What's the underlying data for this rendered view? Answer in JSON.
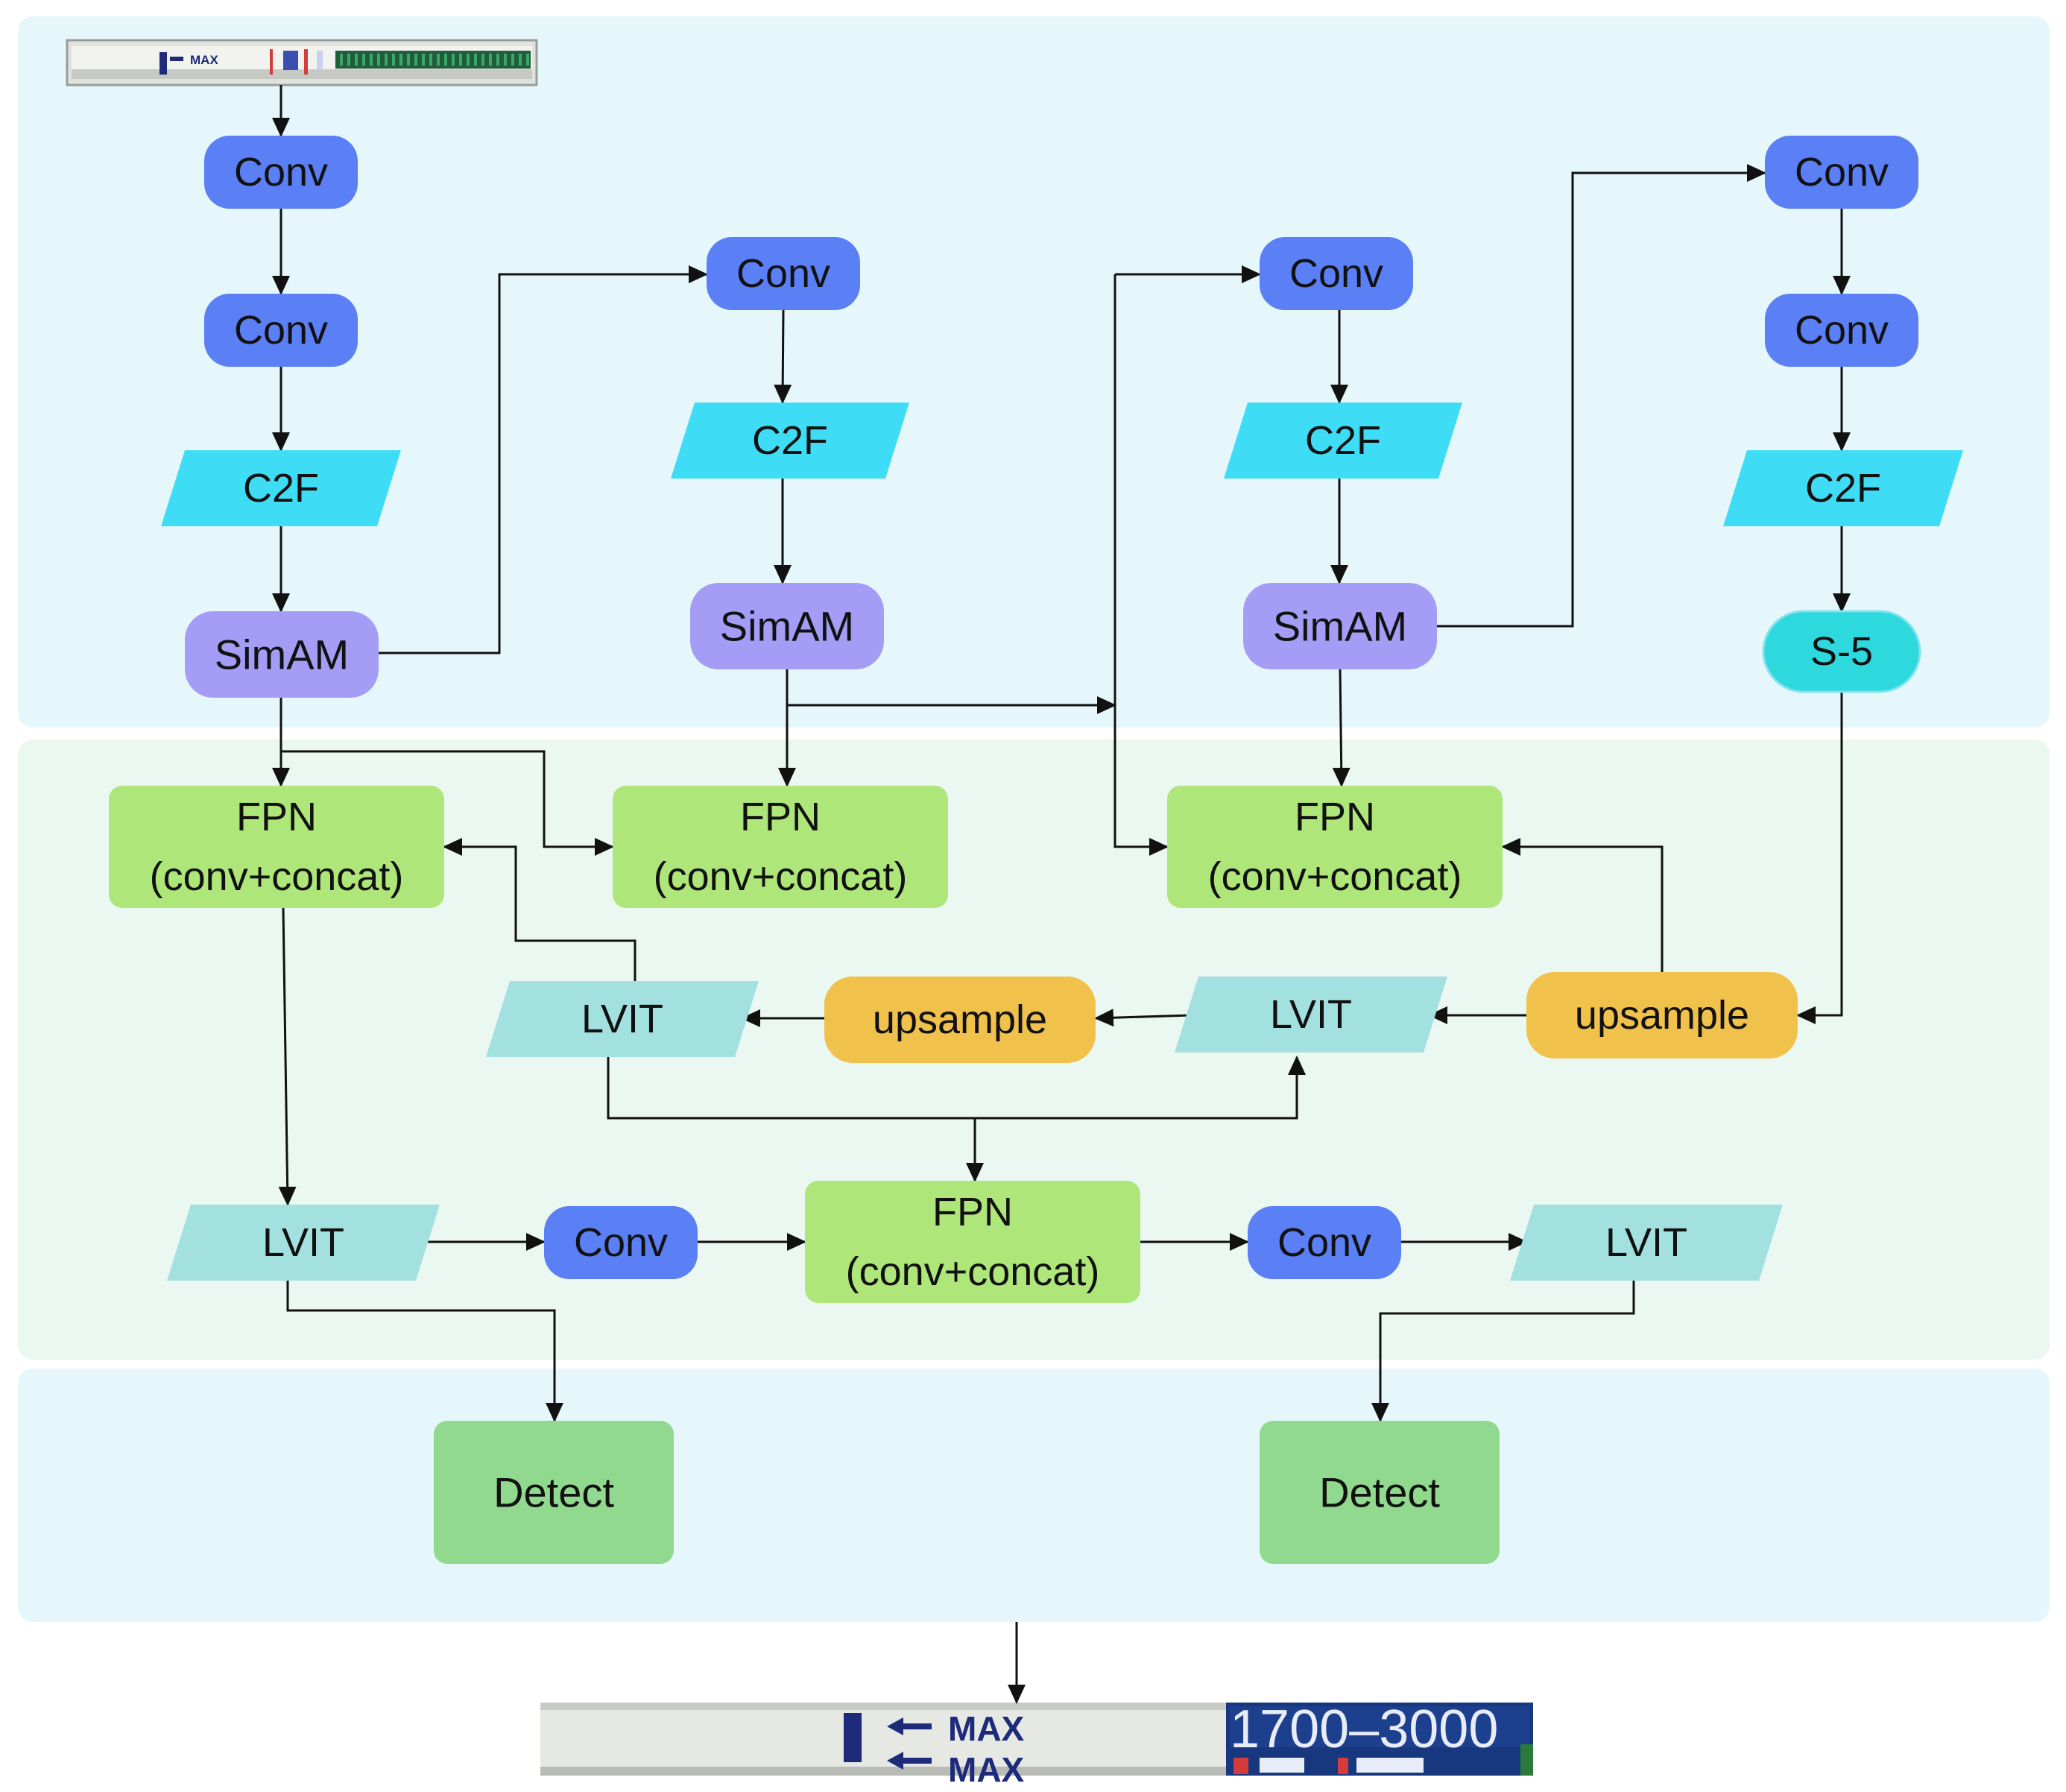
{
  "regions": [
    {
      "id": "backbone",
      "fill": "#e6f7fb"
    },
    {
      "id": "neck",
      "fill": "#eaf8f1"
    },
    {
      "id": "head",
      "fill": "#e6f7fb"
    }
  ],
  "colors": {
    "conv": "#5b7ff5",
    "c2f": "#3fdcf5",
    "simam": "#a59cf5",
    "s5": "#2ed9de",
    "fpn": "#aee67a",
    "lvit": "#a3e0e0",
    "upsample": "#f0c24c",
    "detect": "#90d98e",
    "edge": "#111111",
    "text": "#111111"
  },
  "nodes": [
    {
      "id": "conv1",
      "kind": "conv",
      "lines": [
        "Conv"
      ]
    },
    {
      "id": "conv2",
      "kind": "conv",
      "lines": [
        "Conv"
      ]
    },
    {
      "id": "c2f1",
      "kind": "c2f",
      "lines": [
        "C2F"
      ]
    },
    {
      "id": "simam1",
      "kind": "simam",
      "lines": [
        "SimAM"
      ]
    },
    {
      "id": "conv3",
      "kind": "conv",
      "lines": [
        "Conv"
      ]
    },
    {
      "id": "c2f2",
      "kind": "c2f",
      "lines": [
        "C2F"
      ]
    },
    {
      "id": "simam2",
      "kind": "simam",
      "lines": [
        "SimAM"
      ]
    },
    {
      "id": "conv4",
      "kind": "conv",
      "lines": [
        "Conv"
      ]
    },
    {
      "id": "c2f3",
      "kind": "c2f",
      "lines": [
        "C2F"
      ]
    },
    {
      "id": "simam3",
      "kind": "simam",
      "lines": [
        "SimAM"
      ]
    },
    {
      "id": "conv5",
      "kind": "conv",
      "lines": [
        "Conv"
      ]
    },
    {
      "id": "conv6",
      "kind": "conv",
      "lines": [
        "Conv"
      ]
    },
    {
      "id": "c2f4",
      "kind": "c2f",
      "lines": [
        "C2F"
      ]
    },
    {
      "id": "s5",
      "kind": "s5",
      "lines": [
        "S-5"
      ]
    },
    {
      "id": "fpn1",
      "kind": "fpn",
      "lines": [
        "FPN",
        "(conv+concat)"
      ]
    },
    {
      "id": "fpn2",
      "kind": "fpn",
      "lines": [
        "FPN",
        "(conv+concat)"
      ]
    },
    {
      "id": "fpn3",
      "kind": "fpn",
      "lines": [
        "FPN",
        "(conv+concat)"
      ]
    },
    {
      "id": "lvit1",
      "kind": "lvit",
      "lines": [
        "LVIT"
      ]
    },
    {
      "id": "upsample1",
      "kind": "upsample",
      "lines": [
        "upsample"
      ]
    },
    {
      "id": "lvit2",
      "kind": "lvit",
      "lines": [
        "LVIT"
      ]
    },
    {
      "id": "upsample2",
      "kind": "upsample",
      "lines": [
        "upsample"
      ]
    },
    {
      "id": "lvit3",
      "kind": "lvit",
      "lines": [
        "LVIT"
      ]
    },
    {
      "id": "conv7",
      "kind": "conv",
      "lines": [
        "Conv"
      ]
    },
    {
      "id": "fpn4",
      "kind": "fpn",
      "lines": [
        "FPN",
        "(conv+concat)"
      ]
    },
    {
      "id": "conv8",
      "kind": "conv",
      "lines": [
        "Conv"
      ]
    },
    {
      "id": "lvit4",
      "kind": "lvit",
      "lines": [
        "LVIT"
      ]
    },
    {
      "id": "detect1",
      "kind": "detect",
      "lines": [
        "Detect"
      ]
    },
    {
      "id": "detect2",
      "kind": "detect",
      "lines": [
        "Detect"
      ]
    }
  ],
  "input_strip": {
    "marking": "MAX"
  },
  "output_strip": {
    "marking_top": "MAX",
    "marking_bottom": "MAX",
    "range": "1700–3000"
  }
}
